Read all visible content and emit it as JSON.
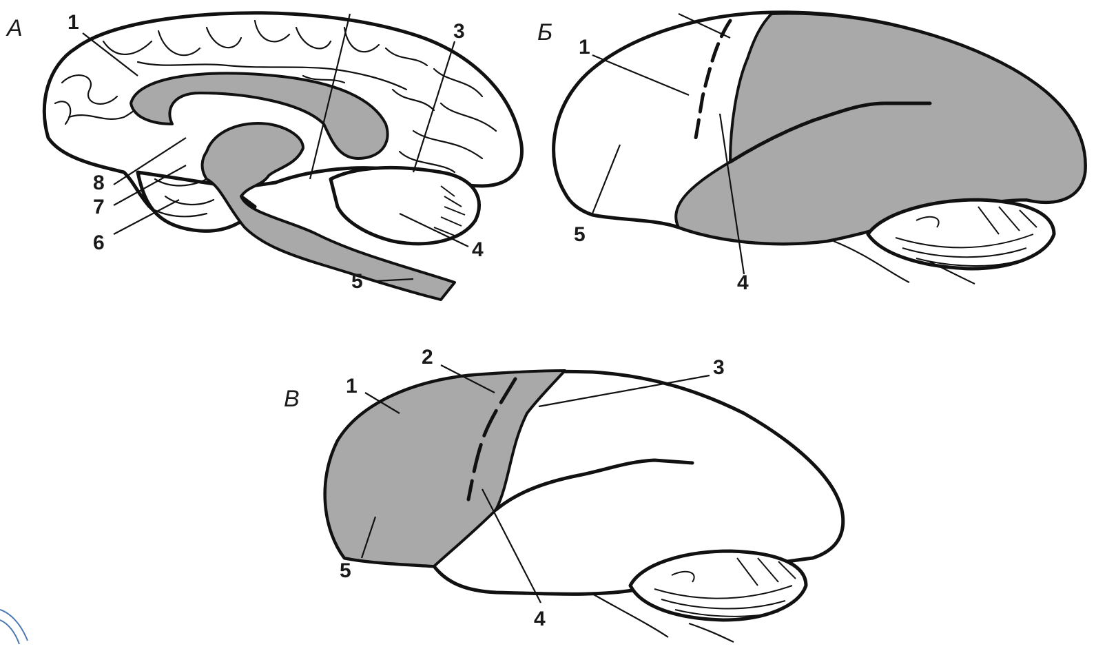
{
  "panels": {
    "a": {
      "letter": "А",
      "labels": [
        "1",
        "3",
        "8",
        "7",
        "6",
        "5",
        "4"
      ]
    },
    "b": {
      "letter": "Б",
      "labels": [
        "1",
        "5",
        "4"
      ]
    },
    "c": {
      "letter": "В",
      "labels": [
        "1",
        "2",
        "3",
        "5",
        "4"
      ]
    }
  },
  "colors": {
    "shaded_region": "#a9a9a9",
    "outline": "#111111",
    "background": "#ffffff"
  }
}
